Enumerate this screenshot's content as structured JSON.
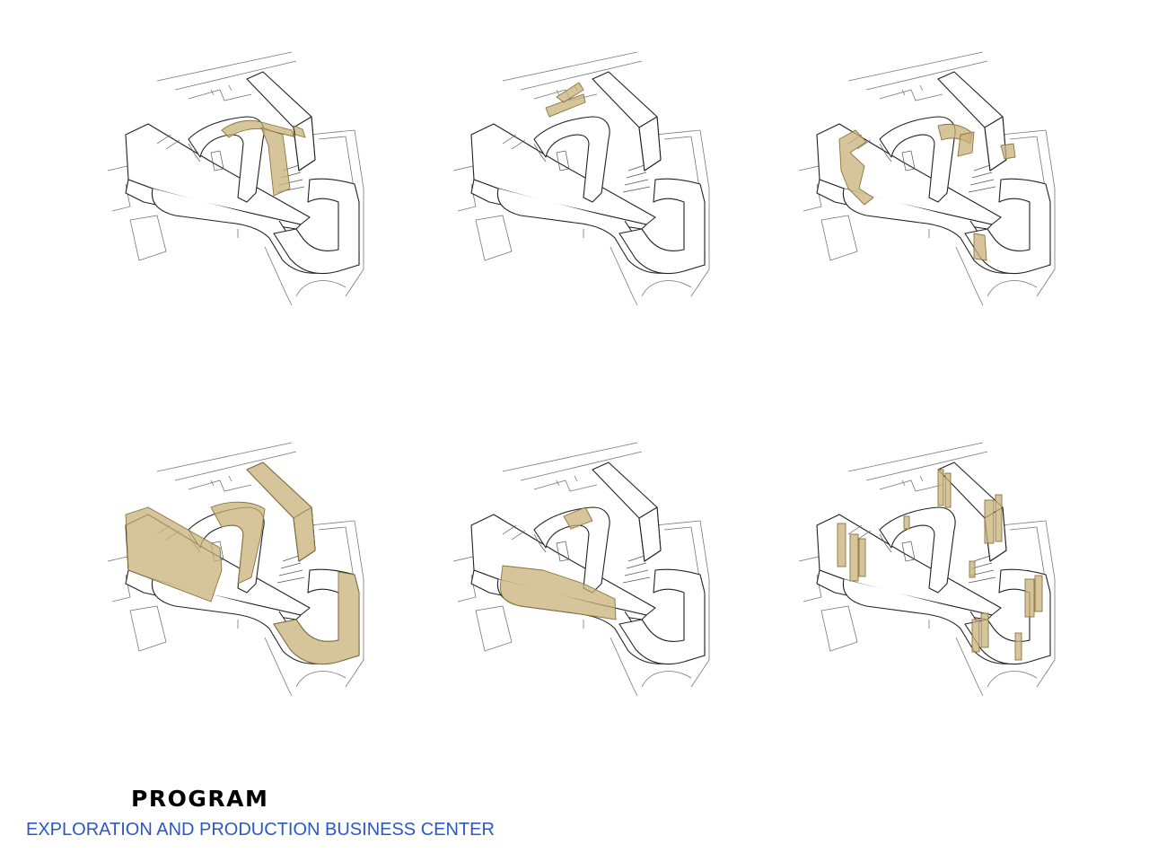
{
  "title": "PROGRAM",
  "subtitle": "EXPLORATION AND PRODUCTION BUSINESS CENTER",
  "colors": {
    "line": "#222222",
    "thin_line": "#777777",
    "highlight": "#c8b278",
    "highlight_stroke": "#8a7440",
    "title": "#000000",
    "subtitle": "#2b58c6",
    "background": "#ffffff"
  },
  "diagrams": [
    {
      "highlighted_zone": "north-ramp"
    },
    {
      "highlighted_zone": "upper-edge"
    },
    {
      "highlighted_zone": "corners"
    },
    {
      "highlighted_zone": "all-wings"
    },
    {
      "highlighted_zone": "podium-south"
    },
    {
      "highlighted_zone": "cores"
    }
  ]
}
